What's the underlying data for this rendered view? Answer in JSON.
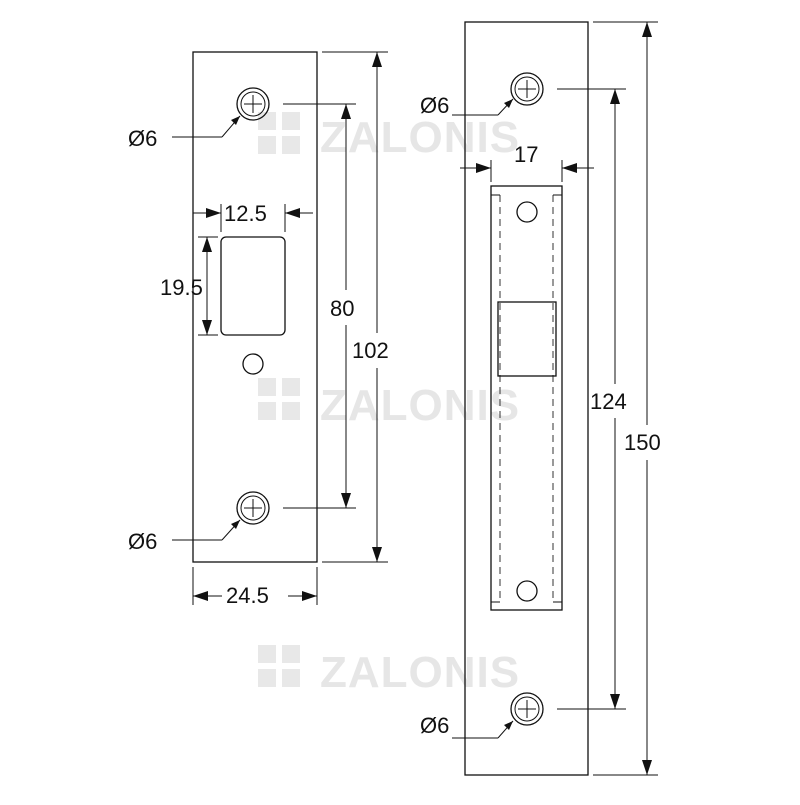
{
  "watermark": {
    "text": "ZALONIS"
  },
  "left_plate": {
    "hole_label_top": "Ø6",
    "hole_label_bottom": "Ø6",
    "dim_slot_width": "12.5",
    "dim_slot_height": "19.5",
    "dim_hole_spacing": "80",
    "dim_total_length": "102",
    "dim_plate_width": "24.5"
  },
  "right_plate": {
    "hole_label_top": "Ø6",
    "hole_label_bottom": "Ø6",
    "dim_inner_width": "17",
    "dim_hole_spacing": "124",
    "dim_total_length": "150"
  },
  "colors": {
    "line": "#111111",
    "watermark": "#e6e6e6"
  }
}
